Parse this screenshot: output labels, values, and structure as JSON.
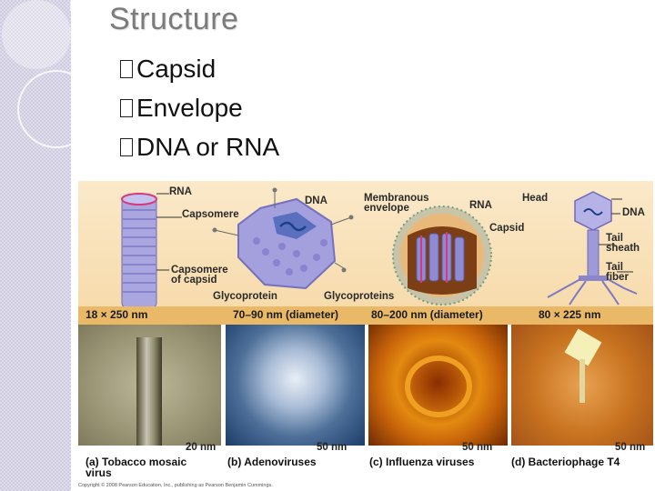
{
  "slide": {
    "title": "Structure",
    "bullet_glyph": "",
    "bullets": [
      "Capsid",
      "Envelope",
      "DNA or RNA"
    ]
  },
  "figure": {
    "labels": {
      "rna_a": "RNA",
      "capsomere": "Capsomere",
      "capsomere_of_capsid_1": "Capsomere",
      "capsomere_of_capsid_2": "of capsid",
      "dna_b": "DNA",
      "glycoprotein": "Glycoprotein",
      "membranous_1": "Membranous",
      "membranous_2": "envelope",
      "rna_c": "RNA",
      "capsid": "Capsid",
      "glycoproteins": "Glycoproteins",
      "head": "Head",
      "dna_d": "DNA",
      "tail_sheath_1": "Tail",
      "tail_sheath_2": "sheath",
      "tail_fiber_1": "Tail",
      "tail_fiber_2": "fiber"
    },
    "dimensions": [
      "18 × 250 nm",
      "70–90 nm (diameter)",
      "80–200 nm (diameter)",
      "80 × 225 nm"
    ],
    "scale_bars": [
      "20 nm",
      "50 nm",
      "50 nm",
      "50 nm"
    ],
    "captions": [
      {
        "line1": "(a) Tobacco mosaic",
        "line2": "virus"
      },
      {
        "line1": "(b) Adenoviruses",
        "line2": ""
      },
      {
        "line1": "(c) Influenza viruses",
        "line2": ""
      },
      {
        "line1": "(d) Bacteriophage T4",
        "line2": ""
      }
    ],
    "copyright": "Copyright © 2008 Pearson Education, Inc., publishing as Pearson Benjamin Cummings.",
    "colors": {
      "diagram_bg": "#f6d9a8",
      "dimension_bar": "#e9b968",
      "capsomere": "#9b97d6",
      "accent_pink": "#d9397a"
    }
  }
}
